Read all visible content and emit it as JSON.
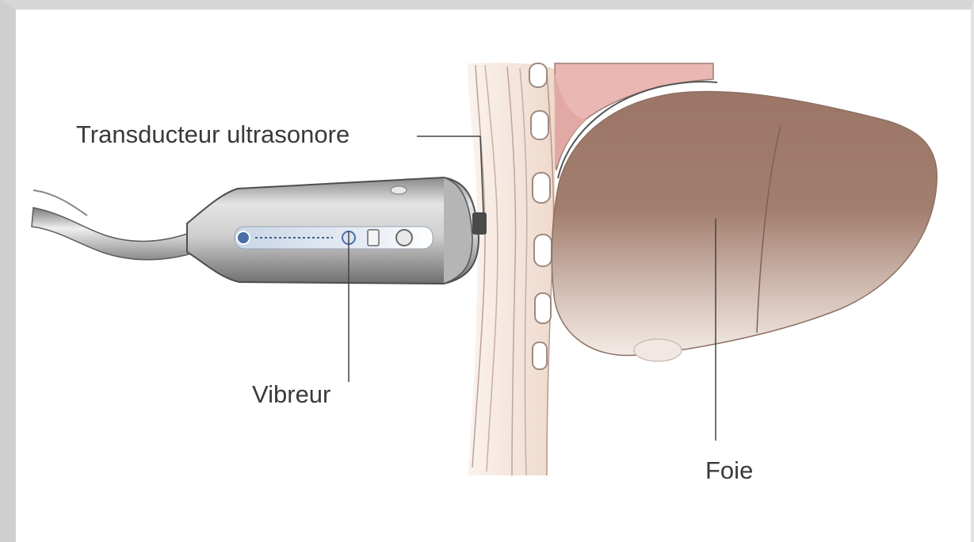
{
  "labels": {
    "transducer": "Transducteur ultrasonore",
    "vibrator": "Vibreur",
    "liver": "Foie"
  },
  "colors": {
    "liver": "#9a7565",
    "skin": "#f1ddd0",
    "diaphragm": "#eab7b2",
    "probe_body": "#c6c6c6",
    "probe_panel": "#dbe3ee",
    "label_text": "#3a3a3a"
  }
}
